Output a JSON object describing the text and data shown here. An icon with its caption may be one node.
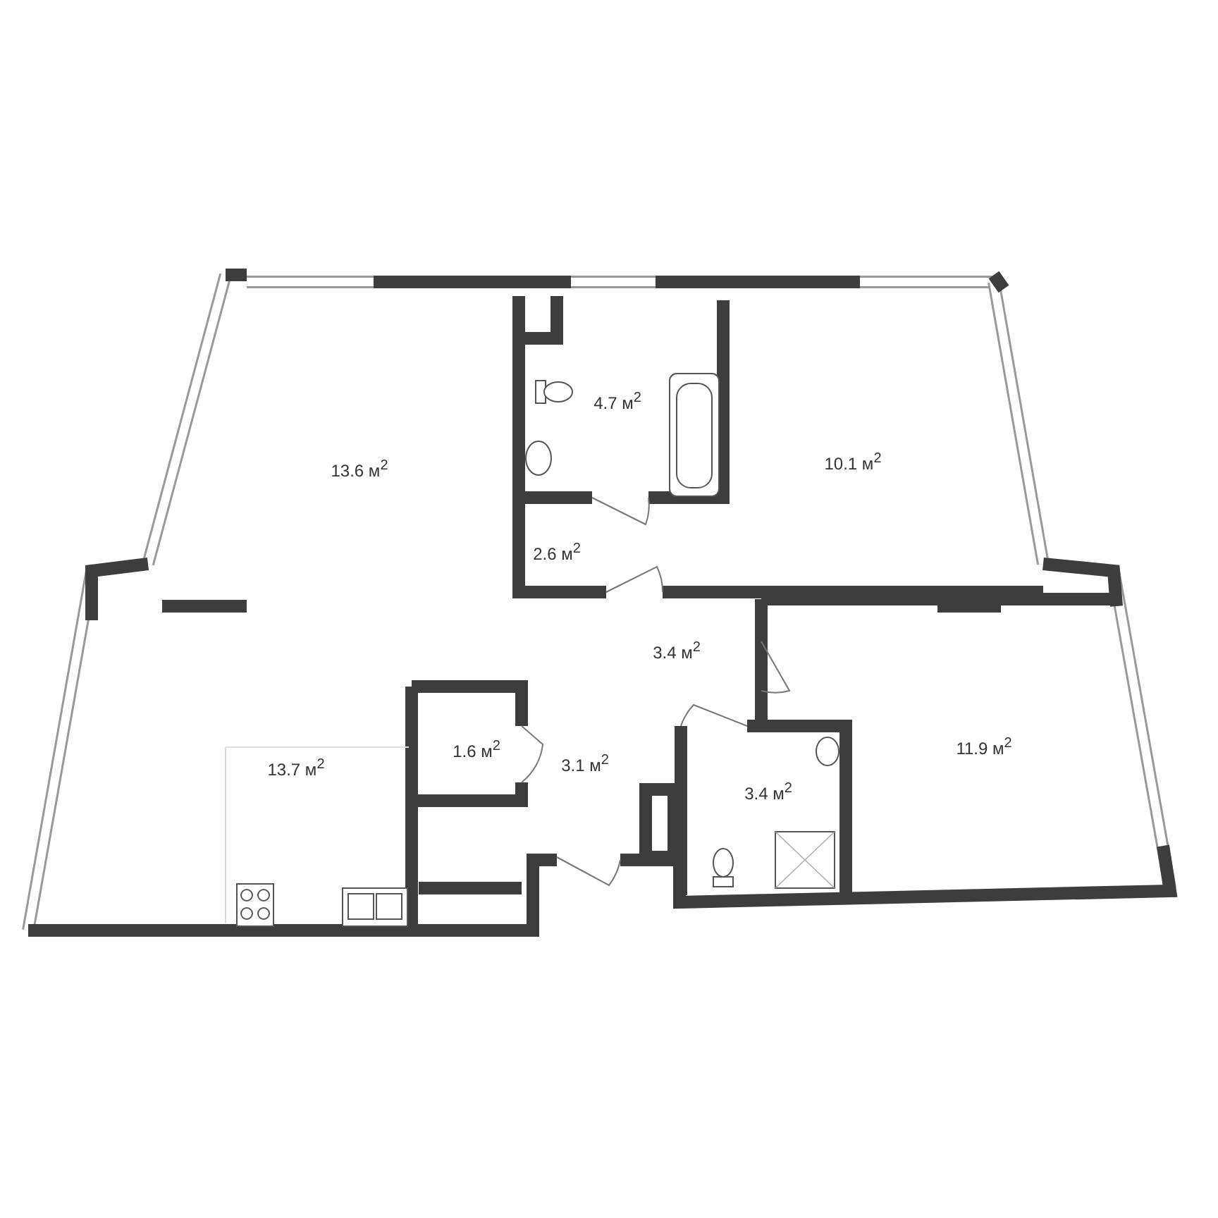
{
  "diagram": {
    "labels": [
      "4.7 м$^{2}$",
      "13.6 м$^{2}$",
      "10.1 м$^{2}$",
      "2.6 м$^{2}$",
      "3.4 м$^{2}$",
      "13.7 м$^{2}$",
      "1.6 м$^{2}$",
      "3.1 м$^{2}$",
      "3.4 м$^{2}$",
      "11.9 м$^{2}$"
    ]
  }
}
